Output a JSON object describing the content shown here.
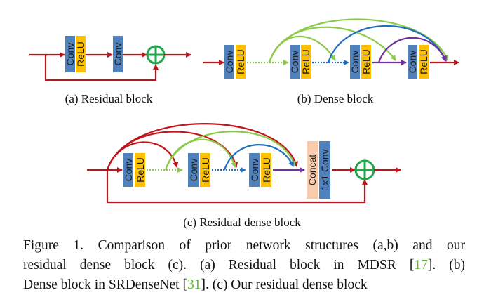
{
  "colors": {
    "conv": "#4f81bd",
    "relu": "#ffc000",
    "concat": "#f8cbad",
    "residual": "#c0151d",
    "green": "#8ccb4a",
    "blue": "#1e6fc0",
    "purple": "#7030a0",
    "sum": "#1fa54a",
    "ref": "#5fb832"
  },
  "labels": {
    "conv": "Conv",
    "relu": "ReLU",
    "concat": "Concat",
    "conv1x1": "1x1 Conv"
  },
  "subcaptions": {
    "a": "(a)  Residual block",
    "b": "(b)  Dense block",
    "c": "(c)  Residual dense block"
  },
  "caption": {
    "line1": "Figure 1. Comparison of prior network structures (a,b) and our",
    "line2_pre": "residual dense block (c).  (a) Residual block in MDSR [",
    "ref1": "17",
    "line2_post": "].  (b)",
    "line3_pre": "Dense block in SRDenseNet [",
    "ref2": "31",
    "line3_post": "]. (c) Our residual dense block"
  }
}
